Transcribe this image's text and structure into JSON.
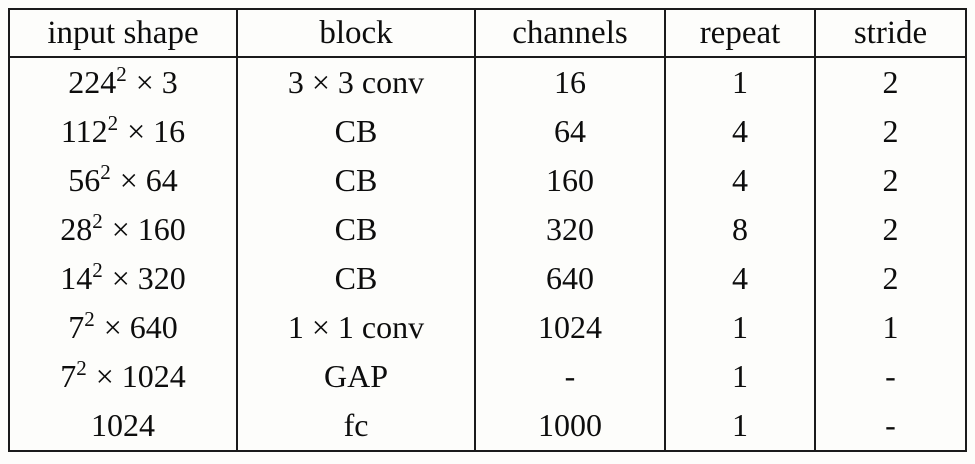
{
  "table": {
    "headers": [
      "input shape",
      "block",
      "channels",
      "repeat",
      "stride"
    ],
    "rows": [
      {
        "shape_base": "224",
        "shape_exp": "2",
        "shape_rest": " × 3",
        "block": "3 × 3 conv",
        "channels": "16",
        "repeat": "1",
        "stride": "2"
      },
      {
        "shape_base": "112",
        "shape_exp": "2",
        "shape_rest": " × 16",
        "block": "CB",
        "channels": "64",
        "repeat": "4",
        "stride": "2"
      },
      {
        "shape_base": "56",
        "shape_exp": "2",
        "shape_rest": " × 64",
        "block": "CB",
        "channels": "160",
        "repeat": "4",
        "stride": "2"
      },
      {
        "shape_base": "28",
        "shape_exp": "2",
        "shape_rest": " × 160",
        "block": "CB",
        "channels": "320",
        "repeat": "8",
        "stride": "2"
      },
      {
        "shape_base": "14",
        "shape_exp": "2",
        "shape_rest": " × 320",
        "block": "CB",
        "channels": "640",
        "repeat": "4",
        "stride": "2"
      },
      {
        "shape_base": "7",
        "shape_exp": "2",
        "shape_rest": " × 640",
        "block": "1 × 1 conv",
        "channels": "1024",
        "repeat": "1",
        "stride": "1"
      },
      {
        "shape_base": "7",
        "shape_exp": "2",
        "shape_rest": " × 1024",
        "block": "GAP",
        "channels": "-",
        "repeat": "1",
        "stride": "-"
      },
      {
        "shape_base": "1024",
        "shape_exp": "",
        "shape_rest": "",
        "block": "fc",
        "channels": "1000",
        "repeat": "1",
        "stride": "-"
      }
    ],
    "text_color": "#0d0d0d",
    "border_color": "#1b1b1b",
    "background_color": "#fdfdfb"
  }
}
